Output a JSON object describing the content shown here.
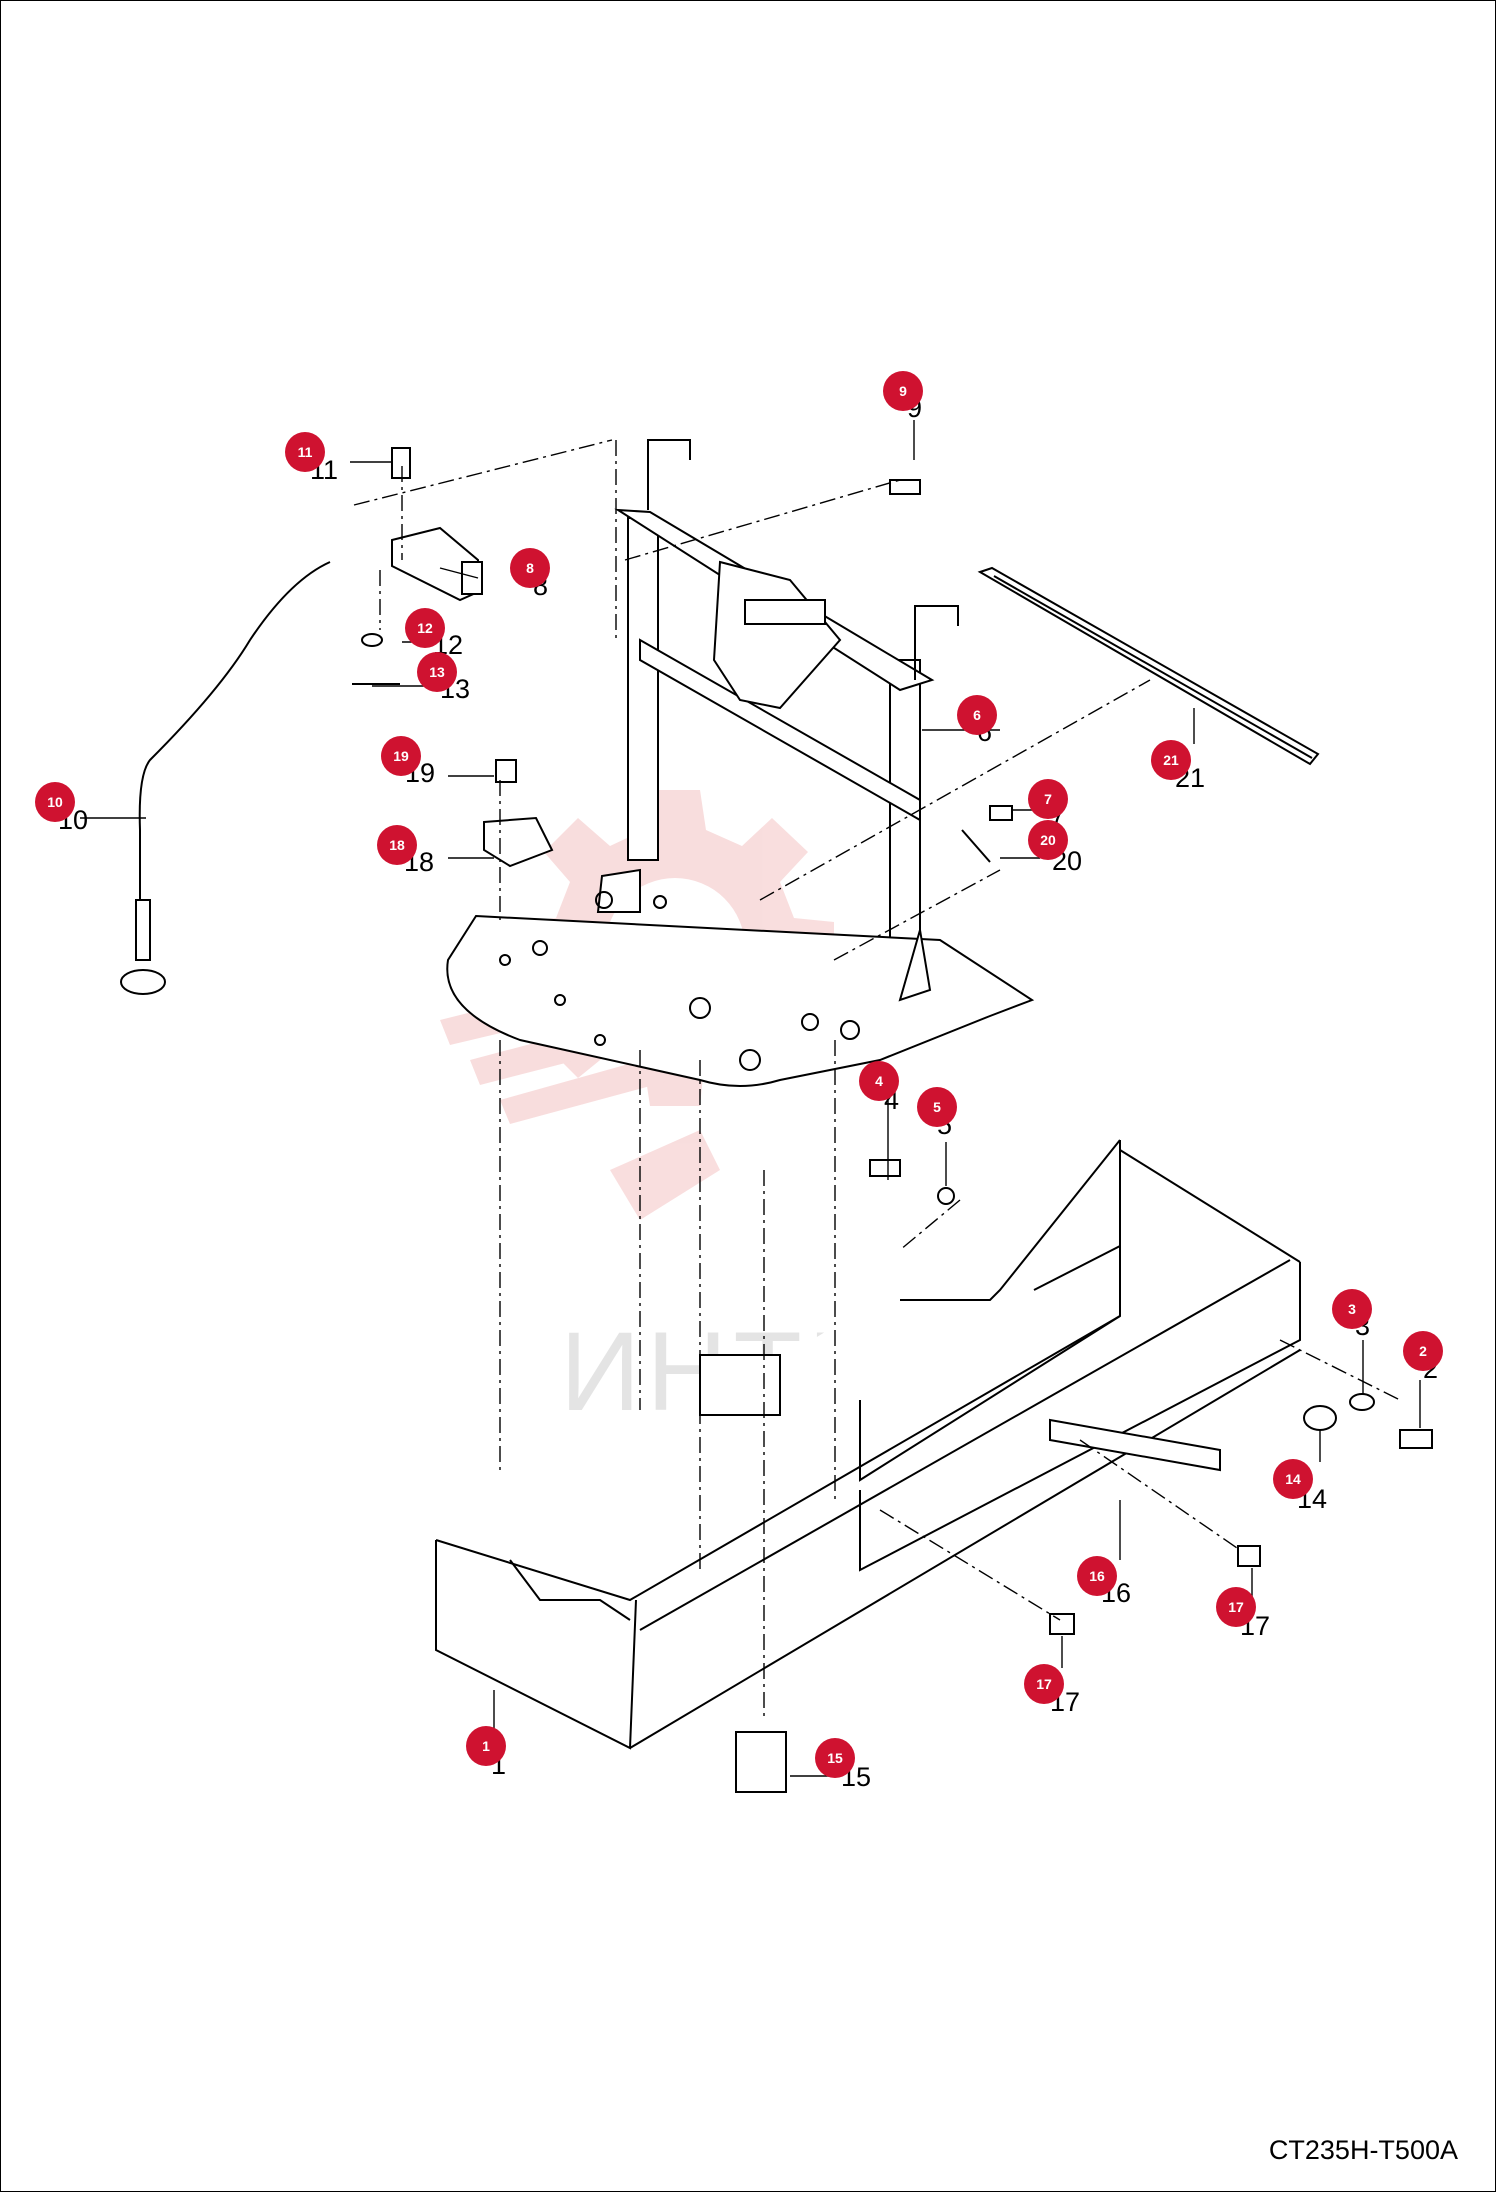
{
  "drawing_code": "CT235H-T500A",
  "watermark_text": "ИНТЕХ",
  "colors": {
    "callout": "#cf1230",
    "watermark": "#f4c2c2",
    "line": "#000000"
  },
  "parts": [
    {
      "num": "1"
    },
    {
      "num": "2"
    },
    {
      "num": "3"
    },
    {
      "num": "4"
    },
    {
      "num": "5"
    },
    {
      "num": "6"
    },
    {
      "num": "7"
    },
    {
      "num": "8"
    },
    {
      "num": "9"
    },
    {
      "num": "10"
    },
    {
      "num": "11"
    },
    {
      "num": "12"
    },
    {
      "num": "13"
    },
    {
      "num": "14"
    },
    {
      "num": "15"
    },
    {
      "num": "16"
    },
    {
      "num": "17"
    },
    {
      "num": "18"
    },
    {
      "num": "19"
    },
    {
      "num": "20"
    },
    {
      "num": "21"
    },
    {
      "num": "17"
    }
  ]
}
